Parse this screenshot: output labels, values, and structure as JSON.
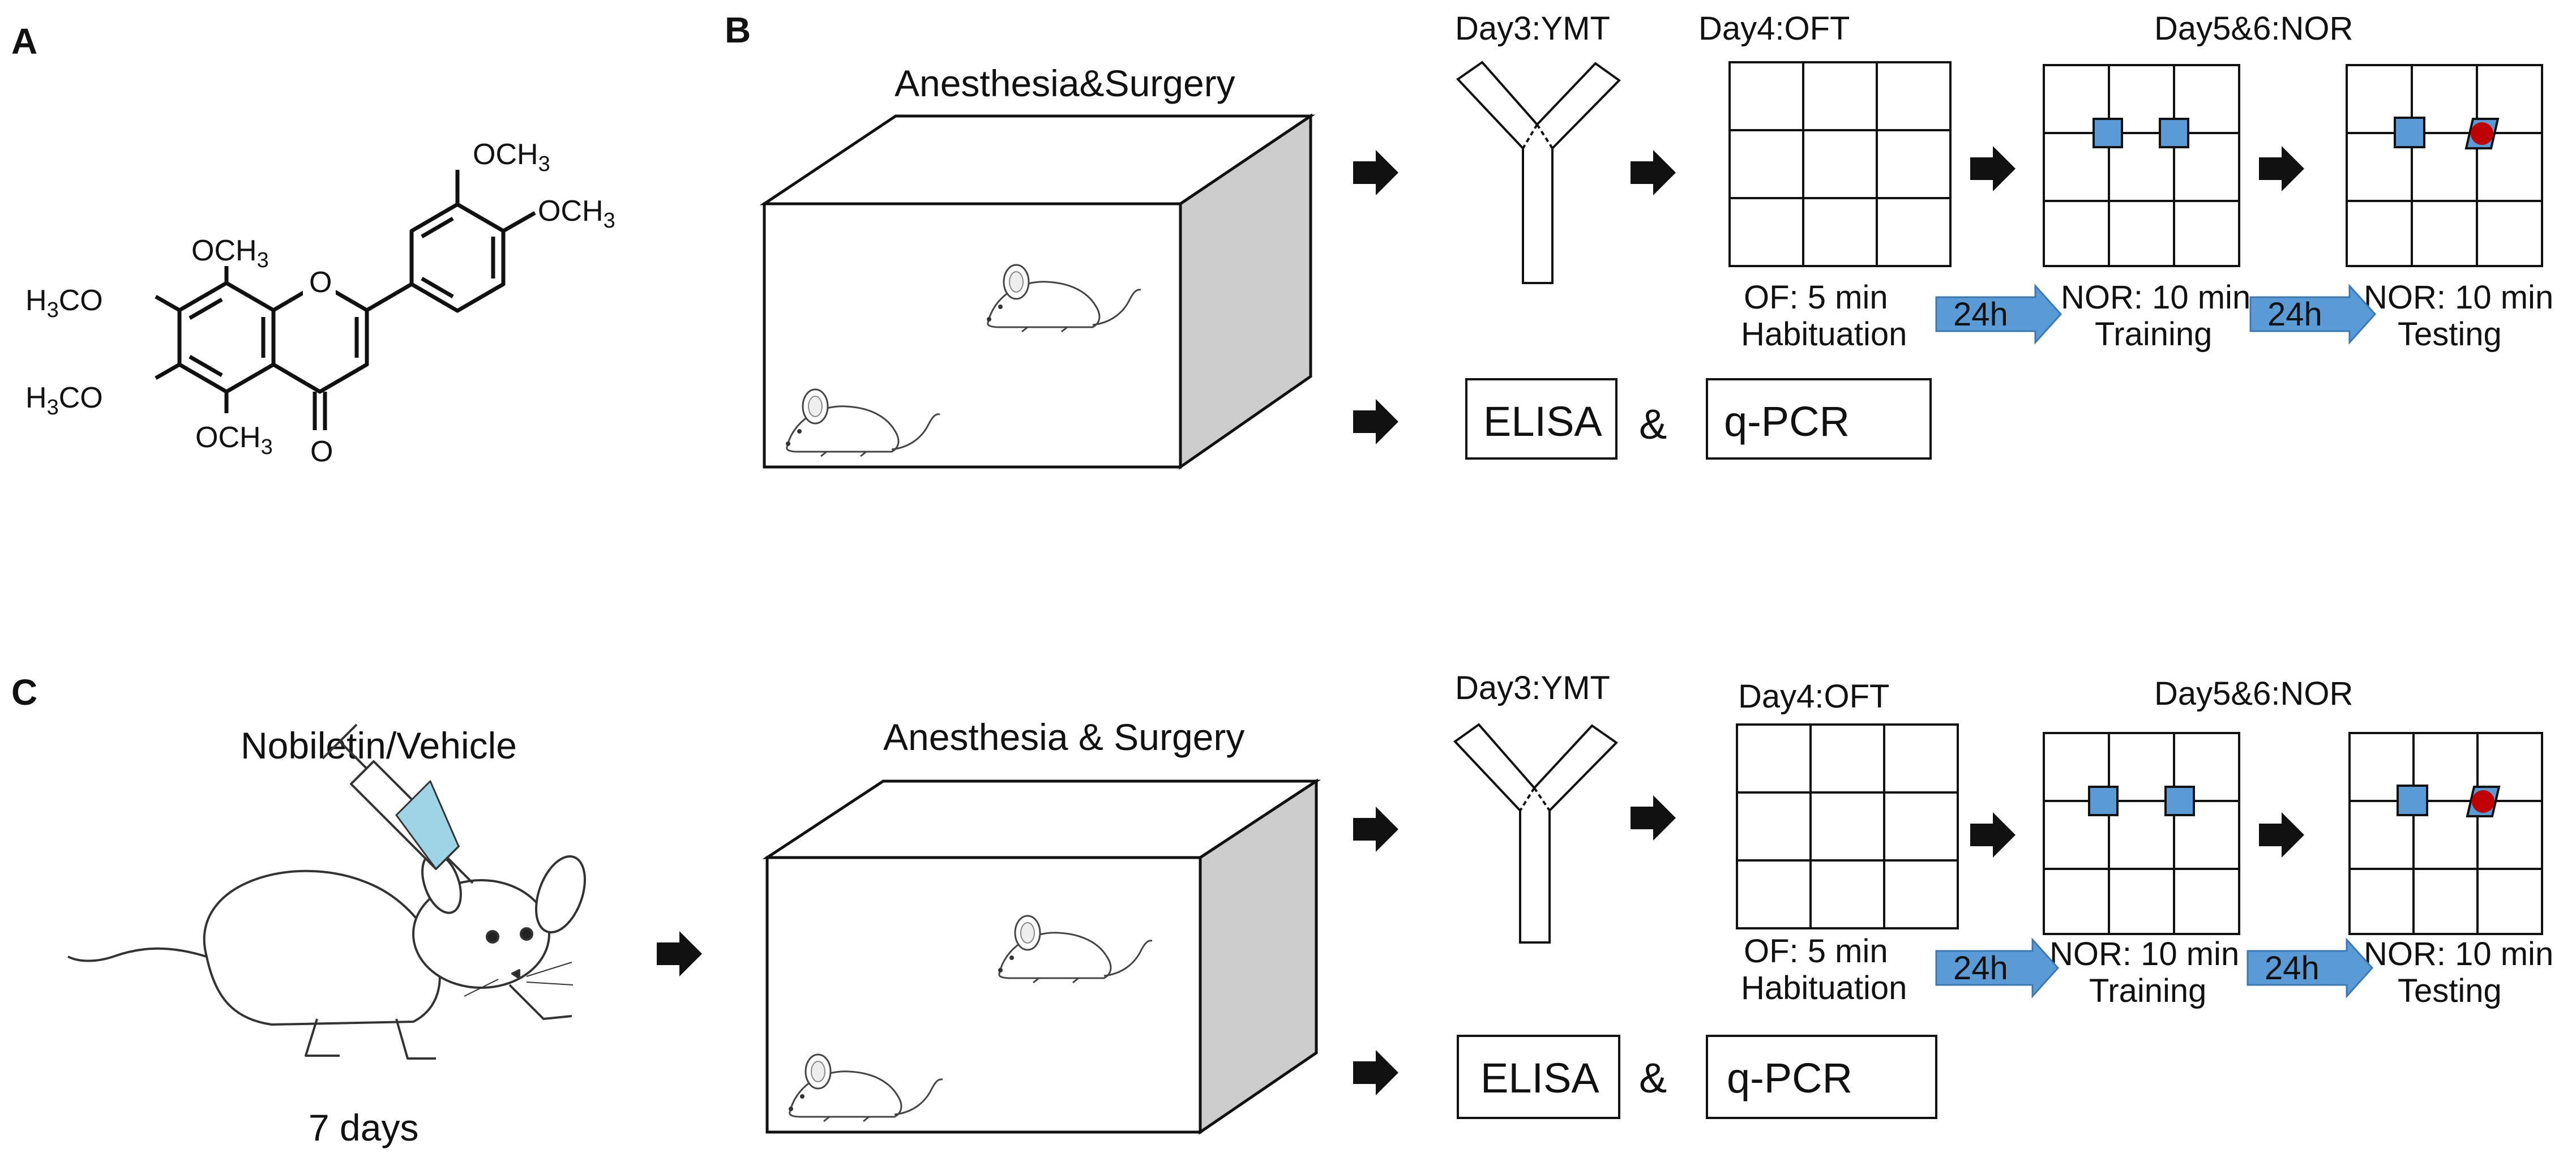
{
  "panels": {
    "a": {
      "letter": "A",
      "substituents": {
        "top_right": "OCH3",
        "right": "OCH3",
        "c8": "OCH3",
        "c7": "H3CO",
        "c6": "H3CO",
        "c5": "OCH3",
        "ring_o": "O",
        "carbonyl_o": "O"
      }
    },
    "b": {
      "letter": "B",
      "anesthesia_label": "Anesthesia&Surgery",
      "ymt_title": "Day3:YMT",
      "oft_title": "Day4:OFT",
      "nor_title": "Day5&6:NOR",
      "oft_caption_1": "OF: 5 min",
      "oft_caption_2": "Habituation",
      "train_caption_1": "NOR: 10 min",
      "train_caption_2": "Training",
      "test_caption_1": "NOR: 10 min",
      "test_caption_2": "Testing",
      "interval_1": "24h",
      "interval_2": "24h",
      "elisa": "ELISA",
      "amp": "&",
      "qpcr": "q-PCR"
    },
    "c": {
      "letter": "C",
      "treatment_label": "Nobiletin/Vehicle",
      "duration_label": "7 days",
      "anesthesia_label": "Anesthesia & Surgery",
      "ymt_title": "Day3:YMT",
      "oft_title": "Day4:OFT",
      "nor_title": "Day5&6:NOR",
      "oft_caption_1": "OF: 5 min",
      "oft_caption_2": "Habituation",
      "train_caption_1": "NOR: 10 min",
      "train_caption_2": "Training",
      "test_caption_1": "NOR: 10 min",
      "test_caption_2": "Testing",
      "interval_1": "24h",
      "interval_2": "24h",
      "elisa": "ELISA",
      "amp": "&",
      "qpcr": "q-PCR"
    }
  },
  "colors": {
    "object_blue": "#5b9bd5",
    "novel_red": "#c00000",
    "box_side_gray": "#cccccc",
    "interval_arrow_blue": "#5b9bd5",
    "syringe_liquid": "#9fd3e6"
  }
}
